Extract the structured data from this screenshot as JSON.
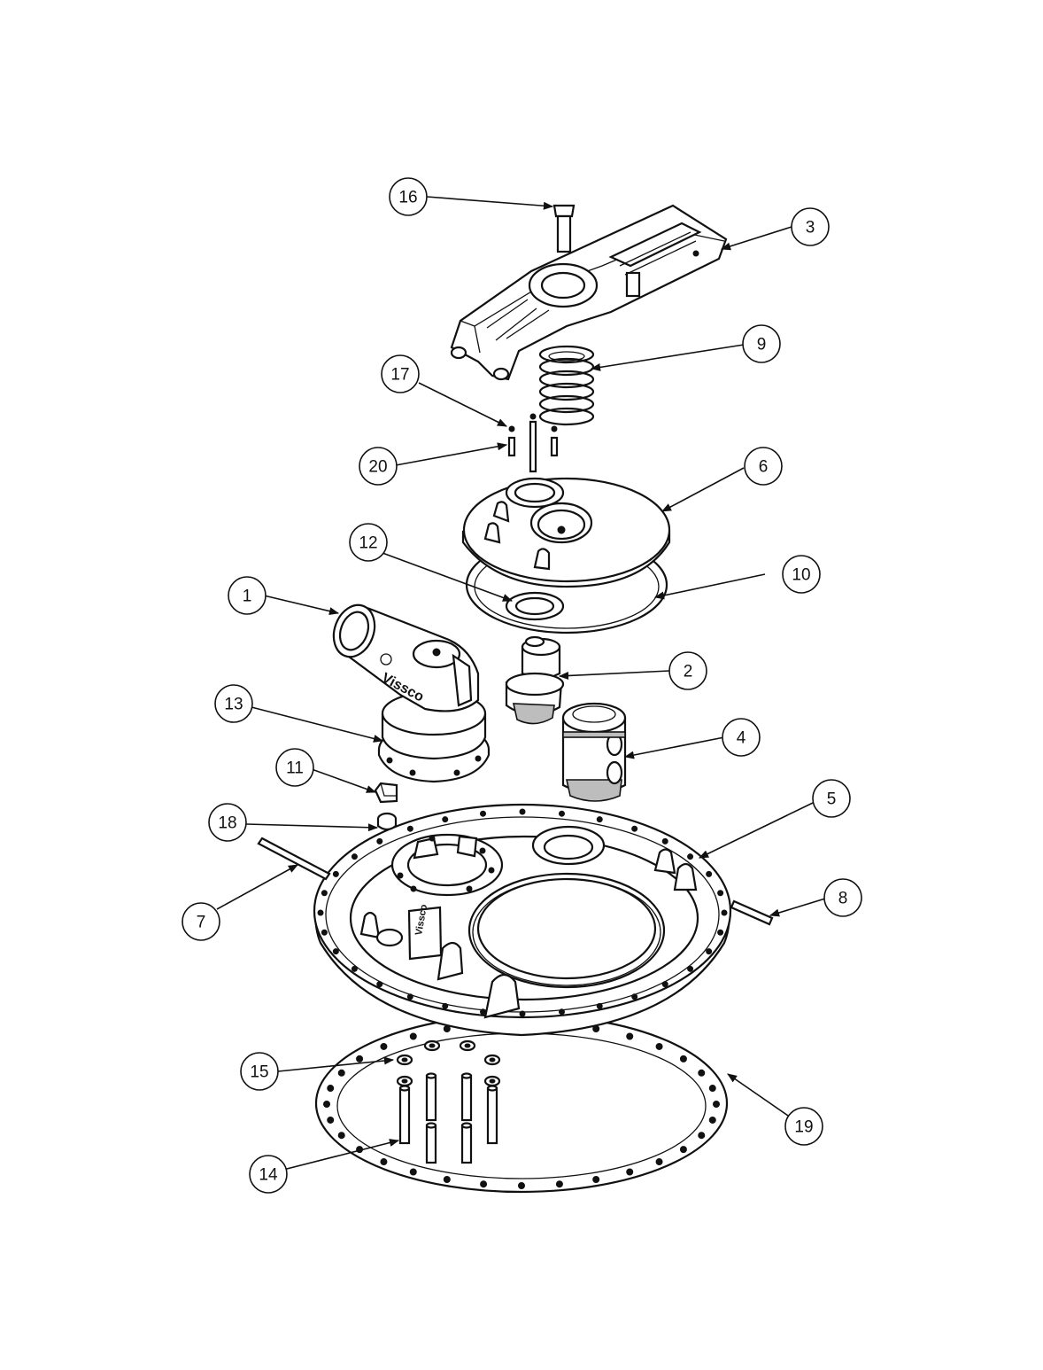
{
  "diagram": {
    "callouts": [
      {
        "id": "1",
        "label": "1"
      },
      {
        "id": "2",
        "label": "2"
      },
      {
        "id": "3",
        "label": "3"
      },
      {
        "id": "4",
        "label": "4"
      },
      {
        "id": "5",
        "label": "5"
      },
      {
        "id": "6",
        "label": "6"
      },
      {
        "id": "7",
        "label": "7"
      },
      {
        "id": "8",
        "label": "8"
      },
      {
        "id": "9",
        "label": "9"
      },
      {
        "id": "10",
        "label": "10"
      },
      {
        "id": "11",
        "label": "11"
      },
      {
        "id": "12",
        "label": "12"
      },
      {
        "id": "13",
        "label": "13"
      },
      {
        "id": "14",
        "label": "14"
      },
      {
        "id": "15",
        "label": "15"
      },
      {
        "id": "16",
        "label": "16"
      },
      {
        "id": "17",
        "label": "17"
      },
      {
        "id": "18",
        "label": "18"
      },
      {
        "id": "19",
        "label": "19"
      },
      {
        "id": "20",
        "label": "20"
      }
    ],
    "logo_text": "Vissco"
  }
}
